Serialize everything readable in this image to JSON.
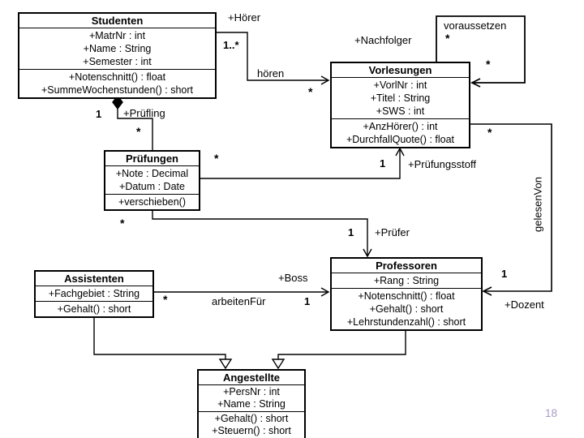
{
  "diagram_type": "uml-class-diagram",
  "classes": {
    "studenten": {
      "title": "Studenten",
      "attributes": [
        "+MatrNr : int",
        "+Name : String",
        "+Semester : int"
      ],
      "methods": [
        "+Notenschnitt() : float",
        "+SummeWochenstunden() : short"
      ]
    },
    "vorlesungen": {
      "title": "Vorlesungen",
      "attributes": [
        "+VorlNr : int",
        "+Titel : String",
        "+SWS : int"
      ],
      "methods": [
        "+AnzHörer() : int",
        "+DurchfallQuote() : float"
      ]
    },
    "pruefungen": {
      "title": "Prüfungen",
      "attributes": [
        "+Note : Decimal",
        "+Datum : Date"
      ],
      "methods": [
        "+verschieben()"
      ]
    },
    "assistenten": {
      "title": "Assistenten",
      "attributes": [
        "+Fachgebiet : String"
      ],
      "methods": [
        "+Gehalt() : short"
      ]
    },
    "professoren": {
      "title": "Professoren",
      "attributes": [
        "+Rang : String"
      ],
      "methods": [
        "+Notenschnitt() : float",
        "+Gehalt() : short",
        "+Lehrstundenzahl() : short"
      ]
    },
    "angestellte": {
      "title": "Angestellte",
      "attributes": [
        "+PersNr : int",
        "+Name : String"
      ],
      "methods": [
        "+Gehalt() : short",
        "+Steuern() : short"
      ]
    }
  },
  "associations": {
    "hoeren": {
      "name": "hören",
      "role": "+Hörer",
      "mult_studenten": "1..*",
      "mult_vorlesungen": "*"
    },
    "voraussetzen": {
      "name": "voraussetzen",
      "role": "+Nachfolger",
      "mult_top": "*",
      "mult_bottom": "*"
    },
    "pruefling": {
      "role": "+Prüfling",
      "mult_studenten": "1",
      "mult_pruefungen": "*"
    },
    "pruefungsstoff": {
      "role": "+Prüfungsstoff",
      "mult_vorlesungen": "1",
      "mult_pruefungen": "*"
    },
    "pruefer": {
      "role": "+Prüfer",
      "mult_professoren": "1",
      "mult_pruefungen": "*"
    },
    "gelesenvon": {
      "name": "gelesenVon",
      "role": "+Dozent",
      "mult_professoren": "1",
      "mult_vorlesungen": "*"
    },
    "arbeitenfuer": {
      "name": "arbeitenFür",
      "role": "+Boss",
      "mult_professoren": "1",
      "mult_assistenten": "*"
    }
  },
  "page": {
    "number": "18"
  },
  "colors": {
    "line": "#000000",
    "background": "#ffffff",
    "page_number": "#a89bc4"
  }
}
